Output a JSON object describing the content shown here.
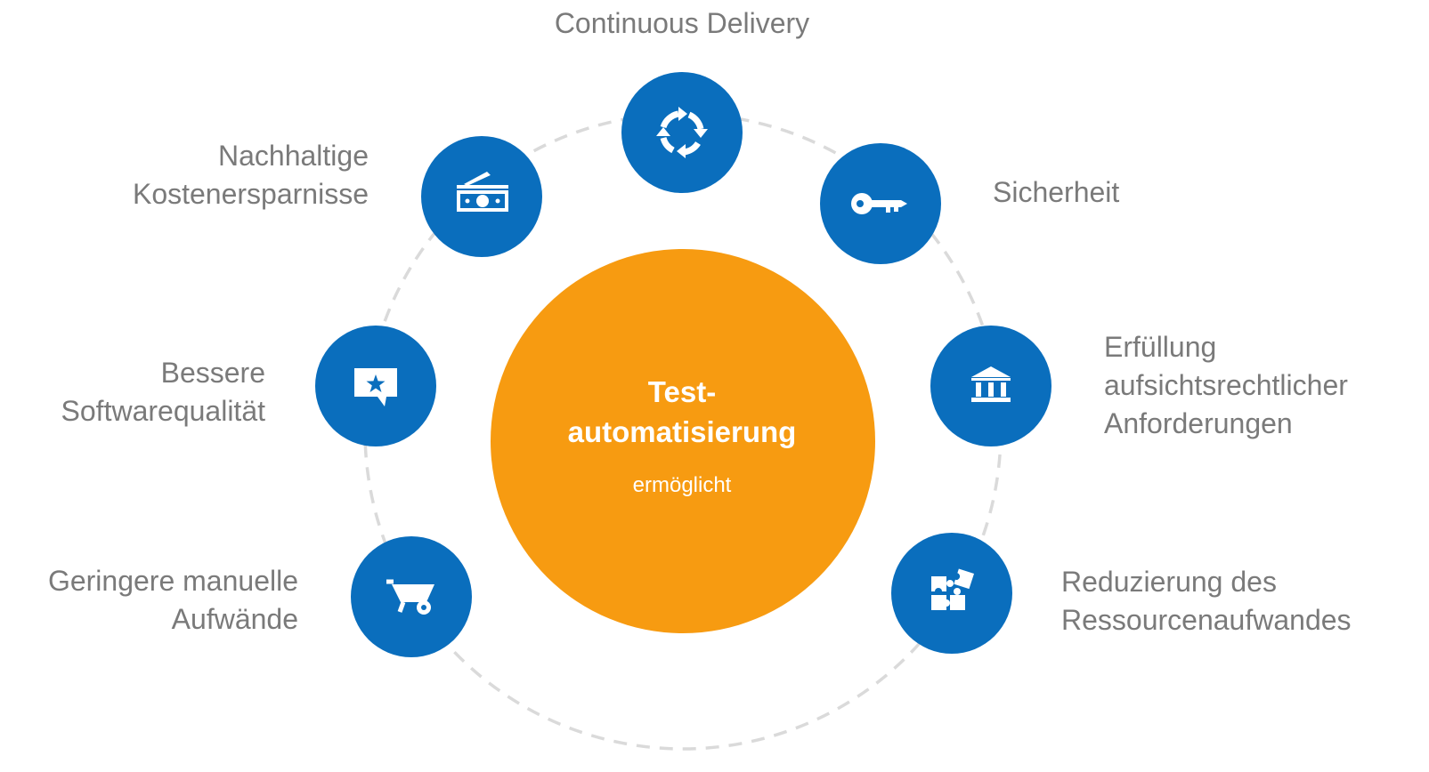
{
  "colors": {
    "accent_blue": "#0a6ebd",
    "center_orange": "#f79b11",
    "ring_dash": "#dadada",
    "label_gray": "#7a7a7a",
    "icon_white": "#ffffff"
  },
  "center": {
    "title_lines": [
      "Test-",
      "automatisierung"
    ],
    "subtitle": "ermöglicht"
  },
  "nodes": [
    {
      "id": "continuous-delivery",
      "icon": "refresh-cycle-icon",
      "label_lines": [
        "Continuous Delivery"
      ]
    },
    {
      "id": "sicherheit",
      "icon": "key-icon",
      "label_lines": [
        "Sicherheit"
      ]
    },
    {
      "id": "erfuellung",
      "icon": "bank-building-icon",
      "label_lines": [
        "Erfüllung",
        "aufsichtsrechtlicher",
        "Anforderungen"
      ]
    },
    {
      "id": "reduzierung",
      "icon": "puzzle-icon",
      "label_lines": [
        "Reduzierung des",
        "Ressourcenaufwandes"
      ]
    },
    {
      "id": "geringere",
      "icon": "wheelbarrow-icon",
      "label_lines": [
        "Geringere manuelle",
        "Aufwände"
      ]
    },
    {
      "id": "bessere",
      "icon": "star-speech-bubble-icon",
      "label_lines": [
        "Bessere",
        "Softwarequalität"
      ]
    },
    {
      "id": "nachhaltige",
      "icon": "money-bills-icon",
      "label_lines": [
        "Nachhaltige",
        "Kostenersparnisse"
      ]
    }
  ]
}
